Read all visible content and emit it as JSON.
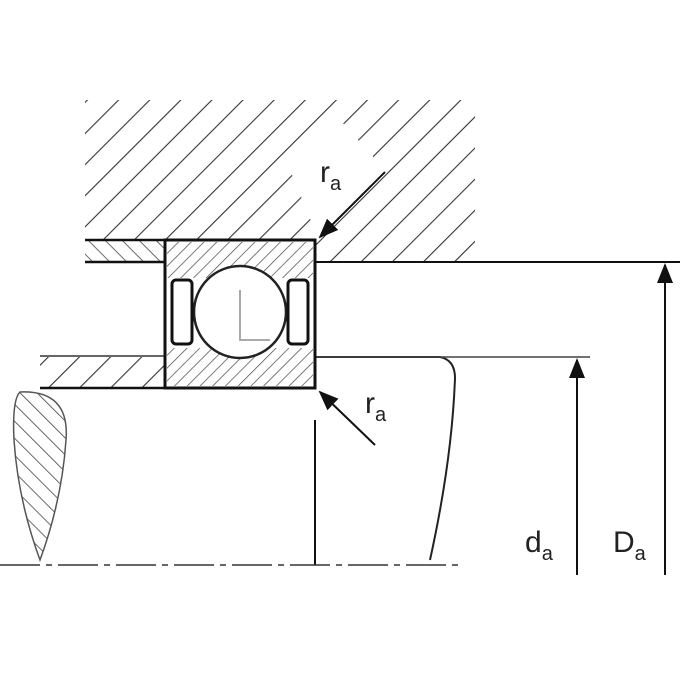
{
  "diagram": {
    "labels": {
      "ra_top": {
        "main": "r",
        "sub": "a"
      },
      "ra_bottom": {
        "main": "r",
        "sub": "a"
      },
      "da": {
        "main": "d",
        "sub": "a"
      },
      "Da": {
        "main": "D",
        "sub": "a"
      }
    },
    "colors": {
      "line": "#111111",
      "hatch": "#333333",
      "background": "#ffffff"
    }
  }
}
